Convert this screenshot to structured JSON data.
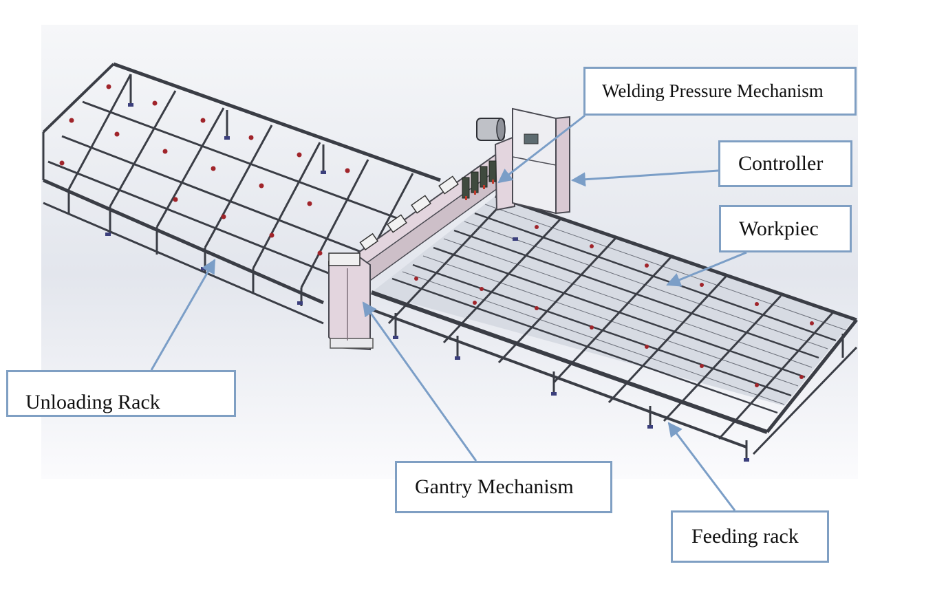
{
  "labels": {
    "welding": "Welding Pressure Mechanism",
    "controller": "Controller",
    "workpiece": "Workpiec",
    "unloading": "Unloading Rack",
    "gantry": "Gantry Mechanism",
    "feeding": "Feeding rack"
  },
  "colors": {
    "callout_border": "#7f9fc3",
    "arrow": "#7b9ec7",
    "frame": "#3a3d45",
    "background_top": "#f4f5f8",
    "background_mid": "#e2e5ec",
    "gantry_body": "#e3d5de",
    "controller_cabinet": "#eeeef2"
  }
}
